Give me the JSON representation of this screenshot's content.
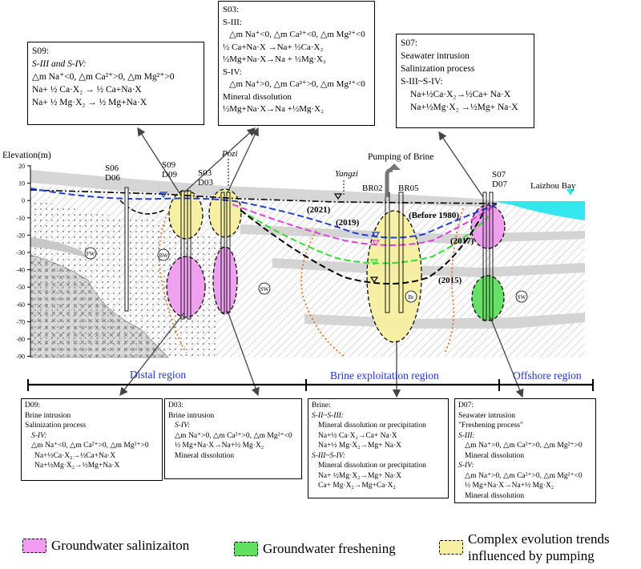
{
  "axis": {
    "title": "Elevation(m)",
    "ticks": [
      "20",
      "10",
      "0",
      "-10",
      "-20",
      "-30",
      "-40",
      "-50",
      "-60",
      "-70",
      "-80",
      "-90"
    ]
  },
  "wells": {
    "s06": "S06",
    "d06": "D06",
    "s09": "S09",
    "d09": "D09",
    "s03": "S03",
    "d03": "D03",
    "s07": "S07",
    "d07": "D07",
    "br02": "BR02",
    "br05": "BR05"
  },
  "places": {
    "pozi": "Pozi",
    "yangzi": "Yangzi",
    "laizhou": "Laizhou Bay",
    "pumping": "Pumping of  Brine"
  },
  "years": {
    "y2021": "(2021)",
    "y2019": "(2019)",
    "y2017": "(2017)",
    "y2015": "(2015)",
    "before1980": "(Before 1980)"
  },
  "water_types": {
    "fw": "FW",
    "bw": "BW",
    "sw1": "SW",
    "sw2": "SW",
    "br": "Br"
  },
  "regions": {
    "distal": "Distal region",
    "brine": "Brine exploitation region",
    "offshore": "Offshore region"
  },
  "top_boxes": {
    "s09": {
      "lines": [
        "S09:",
        "S-III and S-IV:",
        "△m Na⁺<0, △m Ca²⁺>0, △m Mg²⁺>0",
        "Na+ ½ Ca·X₂ → ½ Ca+Na·X",
        "Na+ ½ Mg·X₂ → ½ Mg+Na·X"
      ]
    },
    "s03": {
      "lines": [
        "S03:",
        "S-III:",
        "△m Na⁺<0, △m Ca²⁺<0, △m Mg²⁺<0",
        "½ Ca+Na·X →Na+ ½Ca·X₂",
        "½Mg+Na·X→Na + ½Mg·X₂",
        "S-IV:",
        "△m Na⁺>0, △m Ca²⁺>0, △m Mg²⁺<0",
        "Mineral dissolution",
        "½Mg+Na·X→Na +½Mg·X₂"
      ]
    },
    "s07": {
      "lines": [
        "S07:",
        "Seawater intrusion",
        "Salinization process",
        "S-III~S-IV:",
        "Na+½Ca·X₂→½Ca+ Na·X",
        "Na+½Mg·X₂ →½Mg+ Na·X"
      ]
    }
  },
  "bottom_boxes": {
    "d09": {
      "lines": [
        "D09:",
        "Brine intrusion",
        "Salinization process",
        "S-IV:",
        "△m Na⁺<0, △m Ca²⁺>0, △m Mg²⁺>0",
        "Na+½Ca·X₂→½Ca+Na·X",
        "Na+½Mg·X₂→½Mg+Na·X"
      ]
    },
    "d03": {
      "lines": [
        "D03:",
        "Brine intrusion",
        "S-IV:",
        "△m Na⁺>0, △m Ca²⁺>0, △m Mg²⁺<0",
        "½ Mg+Na·X→Na+½ Mg·X₂",
        "Mineral dissolution"
      ]
    },
    "brine": {
      "lines": [
        "Brine:",
        "S-II~S-III:",
        "Mineral dissolution or precipitation",
        "Na+½ Ca·X₂→Ca+ Na·X",
        "Na+½ Mg·X₂→Mg+ Na·X",
        "S-III~S-IV:",
        "Mineral dissolution or precipitation",
        "Na+ ½Mg·X₂→Mg+ Na·X",
        "Ca+ Mg·X₂→Mg+Ca·X₂"
      ]
    },
    "d07": {
      "lines": [
        "D07:",
        "Seawater intrusion",
        "\"Freshening process\"",
        "S-III:",
        "△m Na⁺>0, △m Ca²⁺>0, △m Mg²⁺>0",
        "Mineral dissolution",
        "S-IV:",
        "△m Na⁺>0, △m Ca²⁺>0, △m Mg²⁺<0",
        "½ Mg+Na·X→Na+½ Mg·X₂",
        "Mineral dissolution"
      ]
    }
  },
  "legend": {
    "salinization": "Groundwater salinizaiton",
    "freshening": "Groundwater freshening",
    "complex_1": "Complex evolution trends",
    "complex_2": "influenced by pumping"
  },
  "colors": {
    "magenta": "#f09cf0",
    "green": "#5fe05f",
    "yellow": "#f7f0a0",
    "sea": "#33e6f0",
    "blue_line": "#1f3fd6",
    "pink_line": "#e040e0",
    "green_line": "#33dd33",
    "orange_line": "#e87020",
    "region_text": "#2233cc"
  }
}
